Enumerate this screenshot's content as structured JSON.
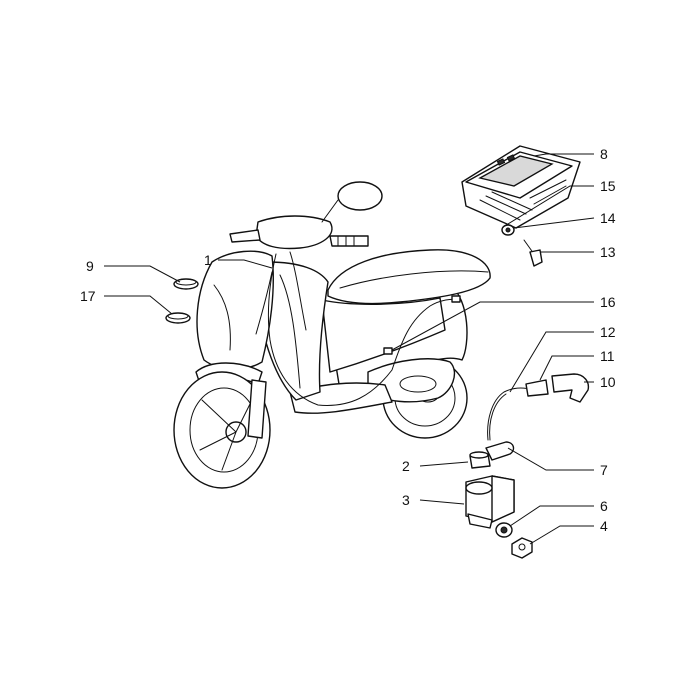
{
  "callouts": [
    {
      "id": "c1",
      "label": "1"
    },
    {
      "id": "c2",
      "label": "2"
    },
    {
      "id": "c3",
      "label": "3"
    },
    {
      "id": "c4",
      "label": "4"
    },
    {
      "id": "c6",
      "label": "6"
    },
    {
      "id": "c7",
      "label": "7"
    },
    {
      "id": "c8",
      "label": "8"
    },
    {
      "id": "c9",
      "label": "9"
    },
    {
      "id": "c10",
      "label": "10"
    },
    {
      "id": "c11",
      "label": "11"
    },
    {
      "id": "c12",
      "label": "12"
    },
    {
      "id": "c13",
      "label": "13"
    },
    {
      "id": "c14",
      "label": "14"
    },
    {
      "id": "c15",
      "label": "15"
    },
    {
      "id": "c16",
      "label": "16"
    },
    {
      "id": "c17",
      "label": "17"
    }
  ]
}
